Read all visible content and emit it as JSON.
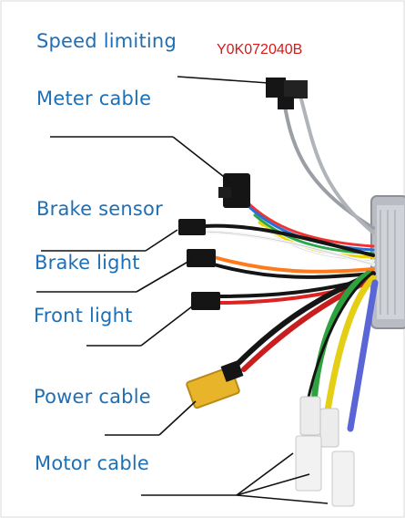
{
  "product_code": "Y0K072040B",
  "labels": {
    "speed_limiting": "Speed limiting",
    "meter_cable": "Meter cable",
    "brake_sensor": "Brake sensor",
    "brake_light": "Brake light",
    "front_light": "Front light",
    "power_cable": "Power cable",
    "motor_cable": "Motor cable"
  },
  "colors": {
    "label_text": "#1f6fb5",
    "code_text": "#d21b1b",
    "connector_black": "#151515",
    "power_connector": "#e8b42a",
    "controller_body": "#b9bcc2"
  }
}
